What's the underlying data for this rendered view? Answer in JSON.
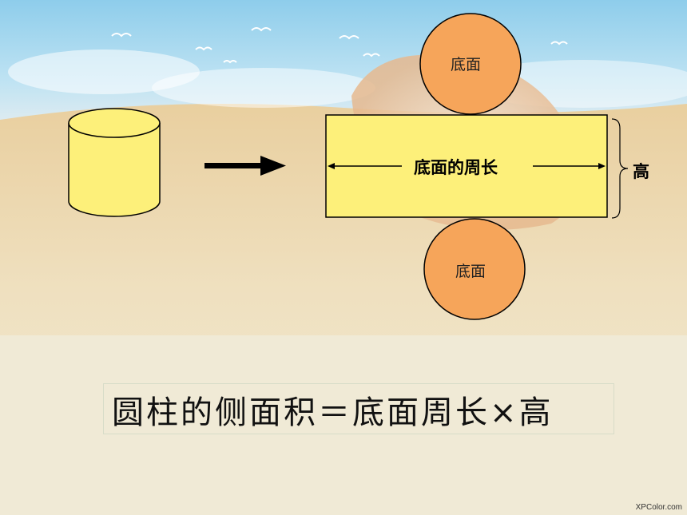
{
  "slide": {
    "circle_top_label": "底面",
    "circle_bottom_label": "底面",
    "rect_label": "底面的周长",
    "height_label": "高",
    "formula": "圆柱的侧面积＝底面周长×高",
    "watermark": "XPColor.com"
  },
  "colors": {
    "cylinder_fill": "#fdf07a",
    "rect_fill": "#fdf07a",
    "circle_fill": "#f6a55a",
    "sky": "#9fd3ef",
    "sand": "#eee4c9",
    "outline": "#000000"
  }
}
